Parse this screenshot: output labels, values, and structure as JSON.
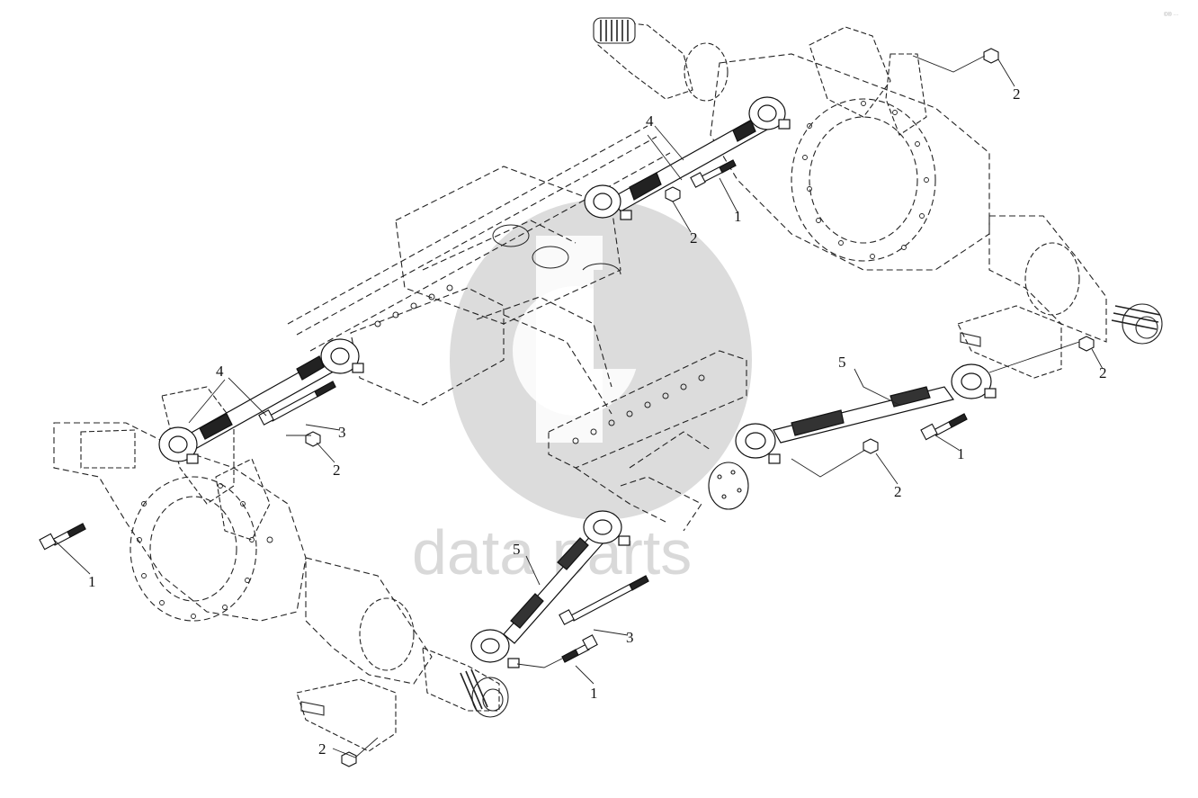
{
  "diagram": {
    "callouts": [
      {
        "id": "c-top-2",
        "label": "2"
      },
      {
        "id": "c-top-4",
        "label": "4"
      },
      {
        "id": "c-top-1",
        "label": "1"
      },
      {
        "id": "c-top-2b",
        "label": "2"
      },
      {
        "id": "c-left-4",
        "label": "4"
      },
      {
        "id": "c-left-3",
        "label": "3"
      },
      {
        "id": "c-left-2",
        "label": "2"
      },
      {
        "id": "c-left-1",
        "label": "1"
      },
      {
        "id": "c-right-5",
        "label": "5"
      },
      {
        "id": "c-right-2",
        "label": "2"
      },
      {
        "id": "c-right-1",
        "label": "1"
      },
      {
        "id": "c-mid-2",
        "label": "2"
      },
      {
        "id": "c-low-5",
        "label": "5"
      },
      {
        "id": "c-low-3",
        "label": "3"
      },
      {
        "id": "c-low-1",
        "label": "1"
      },
      {
        "id": "c-bottom-2",
        "label": "2"
      }
    ],
    "watermark": {
      "text": "data parts",
      "color": "#d9d9d9"
    },
    "corner_mark": "©® ···"
  }
}
